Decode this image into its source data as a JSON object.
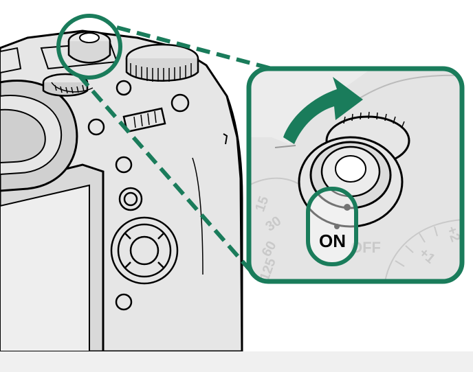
{
  "figure": {
    "description_role": "instruction-illustration",
    "colors": {
      "accent": "#1a7c5b",
      "outline": "#000000",
      "camera_fill": "#e6e6e6",
      "inset_bg": "#ececec",
      "dial_text": "#c9c9c9",
      "footer_bg": "#f0f0f0"
    },
    "labels": {
      "on": "ON",
      "off": "OFF",
      "plus2": "+2",
      "plus1": "+1",
      "d125": "125",
      "d60": "60",
      "d30": "30",
      "d15": "15"
    },
    "icons": [
      "curved-arrow-icon"
    ]
  }
}
